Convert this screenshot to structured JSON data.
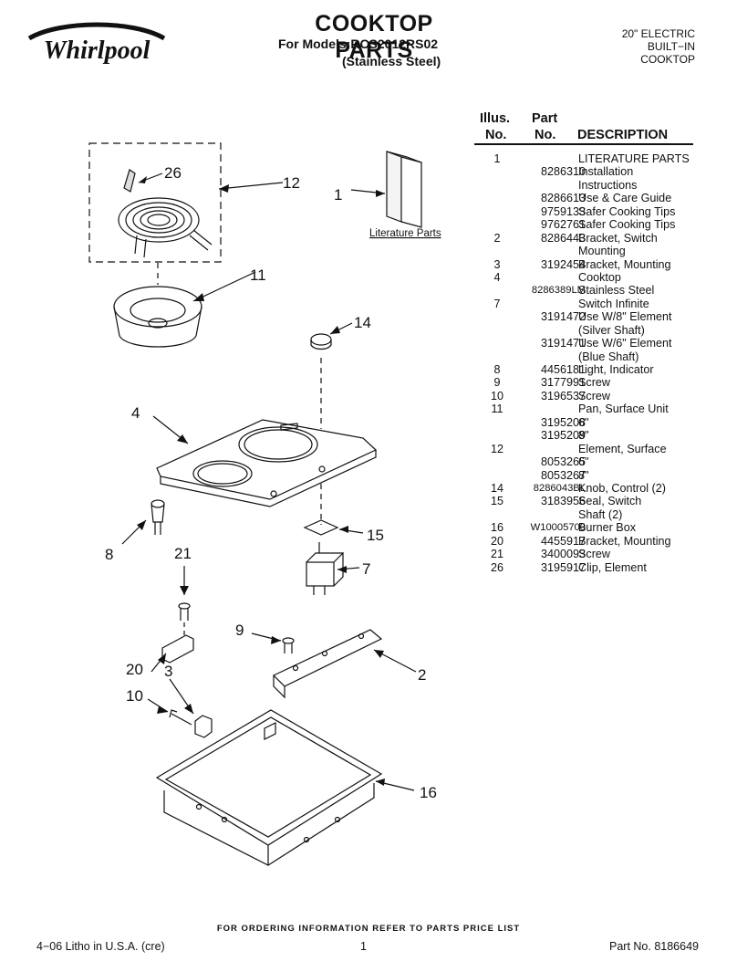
{
  "header": {
    "brand": "Whirlpool",
    "title": "COOKTOP PARTS",
    "models_line": "For Models:RCS2012RS02",
    "finish_line": "(Stainless Steel)",
    "product_type": [
      "20\" ELECTRIC",
      "BUILT−IN",
      "COOKTOP"
    ]
  },
  "diagram": {
    "literature_label": "Literature Parts",
    "callouts": [
      "26",
      "12",
      "1",
      "11",
      "14",
      "4",
      "15",
      "7",
      "8",
      "21",
      "9",
      "2",
      "20",
      "3",
      "10",
      "16"
    ]
  },
  "parts_table": {
    "headers": {
      "illus_1": "Illus.",
      "illus_2": "No.",
      "part_1": "Part",
      "part_2": "No.",
      "description": "DESCRIPTION"
    },
    "rows": [
      {
        "illus": "1",
        "part": "",
        "desc": "LITERATURE PARTS"
      },
      {
        "illus": "",
        "part": "8286310",
        "desc": "Installation"
      },
      {
        "illus": "",
        "part": "",
        "desc": "Instructions"
      },
      {
        "illus": "",
        "part": "8286613",
        "desc": "Use & Care Guide"
      },
      {
        "illus": "",
        "part": "9759133",
        "desc": "Safer Cooking Tips"
      },
      {
        "illus": "",
        "part": "9762761",
        "desc": "Safer Cooking Tips"
      },
      {
        "illus": "2",
        "part": "8286443",
        "desc": "Bracket, Switch"
      },
      {
        "illus": "",
        "part": "",
        "desc": "Mounting"
      },
      {
        "illus": "3",
        "part": "3192454",
        "desc": "Bracket, Mounting"
      },
      {
        "illus": "4",
        "part": "",
        "desc": "Cooktop"
      },
      {
        "illus": "",
        "part": "8286389LM",
        "desc": "Stainless Steel"
      },
      {
        "illus": "7",
        "part": "",
        "desc": "Switch Infinite"
      },
      {
        "illus": "",
        "part": "3191472",
        "desc": "Use W/8\" Element"
      },
      {
        "illus": "",
        "part": "",
        "desc": "(Silver Shaft)"
      },
      {
        "illus": "",
        "part": "3191471",
        "desc": "Use W/6\" Element"
      },
      {
        "illus": "",
        "part": "",
        "desc": "(Blue Shaft)"
      },
      {
        "illus": "8",
        "part": "4456181",
        "desc": "Light, Indicator"
      },
      {
        "illus": "9",
        "part": "3177991",
        "desc": "Screw"
      },
      {
        "illus": "10",
        "part": "3196537",
        "desc": "Screw"
      },
      {
        "illus": "11",
        "part": "",
        "desc": "Pan, Surface Unit"
      },
      {
        "illus": "",
        "part": "3195208",
        "desc": "6\""
      },
      {
        "illus": "",
        "part": "3195209",
        "desc": "8\""
      },
      {
        "illus": "12",
        "part": "",
        "desc": "Element, Surface"
      },
      {
        "illus": "",
        "part": "8053265",
        "desc": "6\""
      },
      {
        "illus": "",
        "part": "8053267",
        "desc": "8\""
      },
      {
        "illus": "14",
        "part": "8286043BL",
        "desc": "Knob, Control (2)"
      },
      {
        "illus": "15",
        "part": "3183956",
        "desc": "Seal, Switch"
      },
      {
        "illus": "",
        "part": "",
        "desc": "Shaft (2)"
      },
      {
        "illus": "16",
        "part": "W10005700",
        "desc": "Burner Box"
      },
      {
        "illus": "20",
        "part": "4455917",
        "desc": "Bracket, Mounting"
      },
      {
        "illus": "21",
        "part": "3400093",
        "desc": "Screw"
      },
      {
        "illus": "26",
        "part": "3195917",
        "desc": "Clip, Element"
      }
    ]
  },
  "footer": {
    "order_note": "FOR ORDERING INFORMATION REFER TO PARTS PRICE LIST",
    "litho": "4−06 Litho in U.S.A. (cre)",
    "page": "1",
    "part_no": "Part No. 8186649"
  }
}
